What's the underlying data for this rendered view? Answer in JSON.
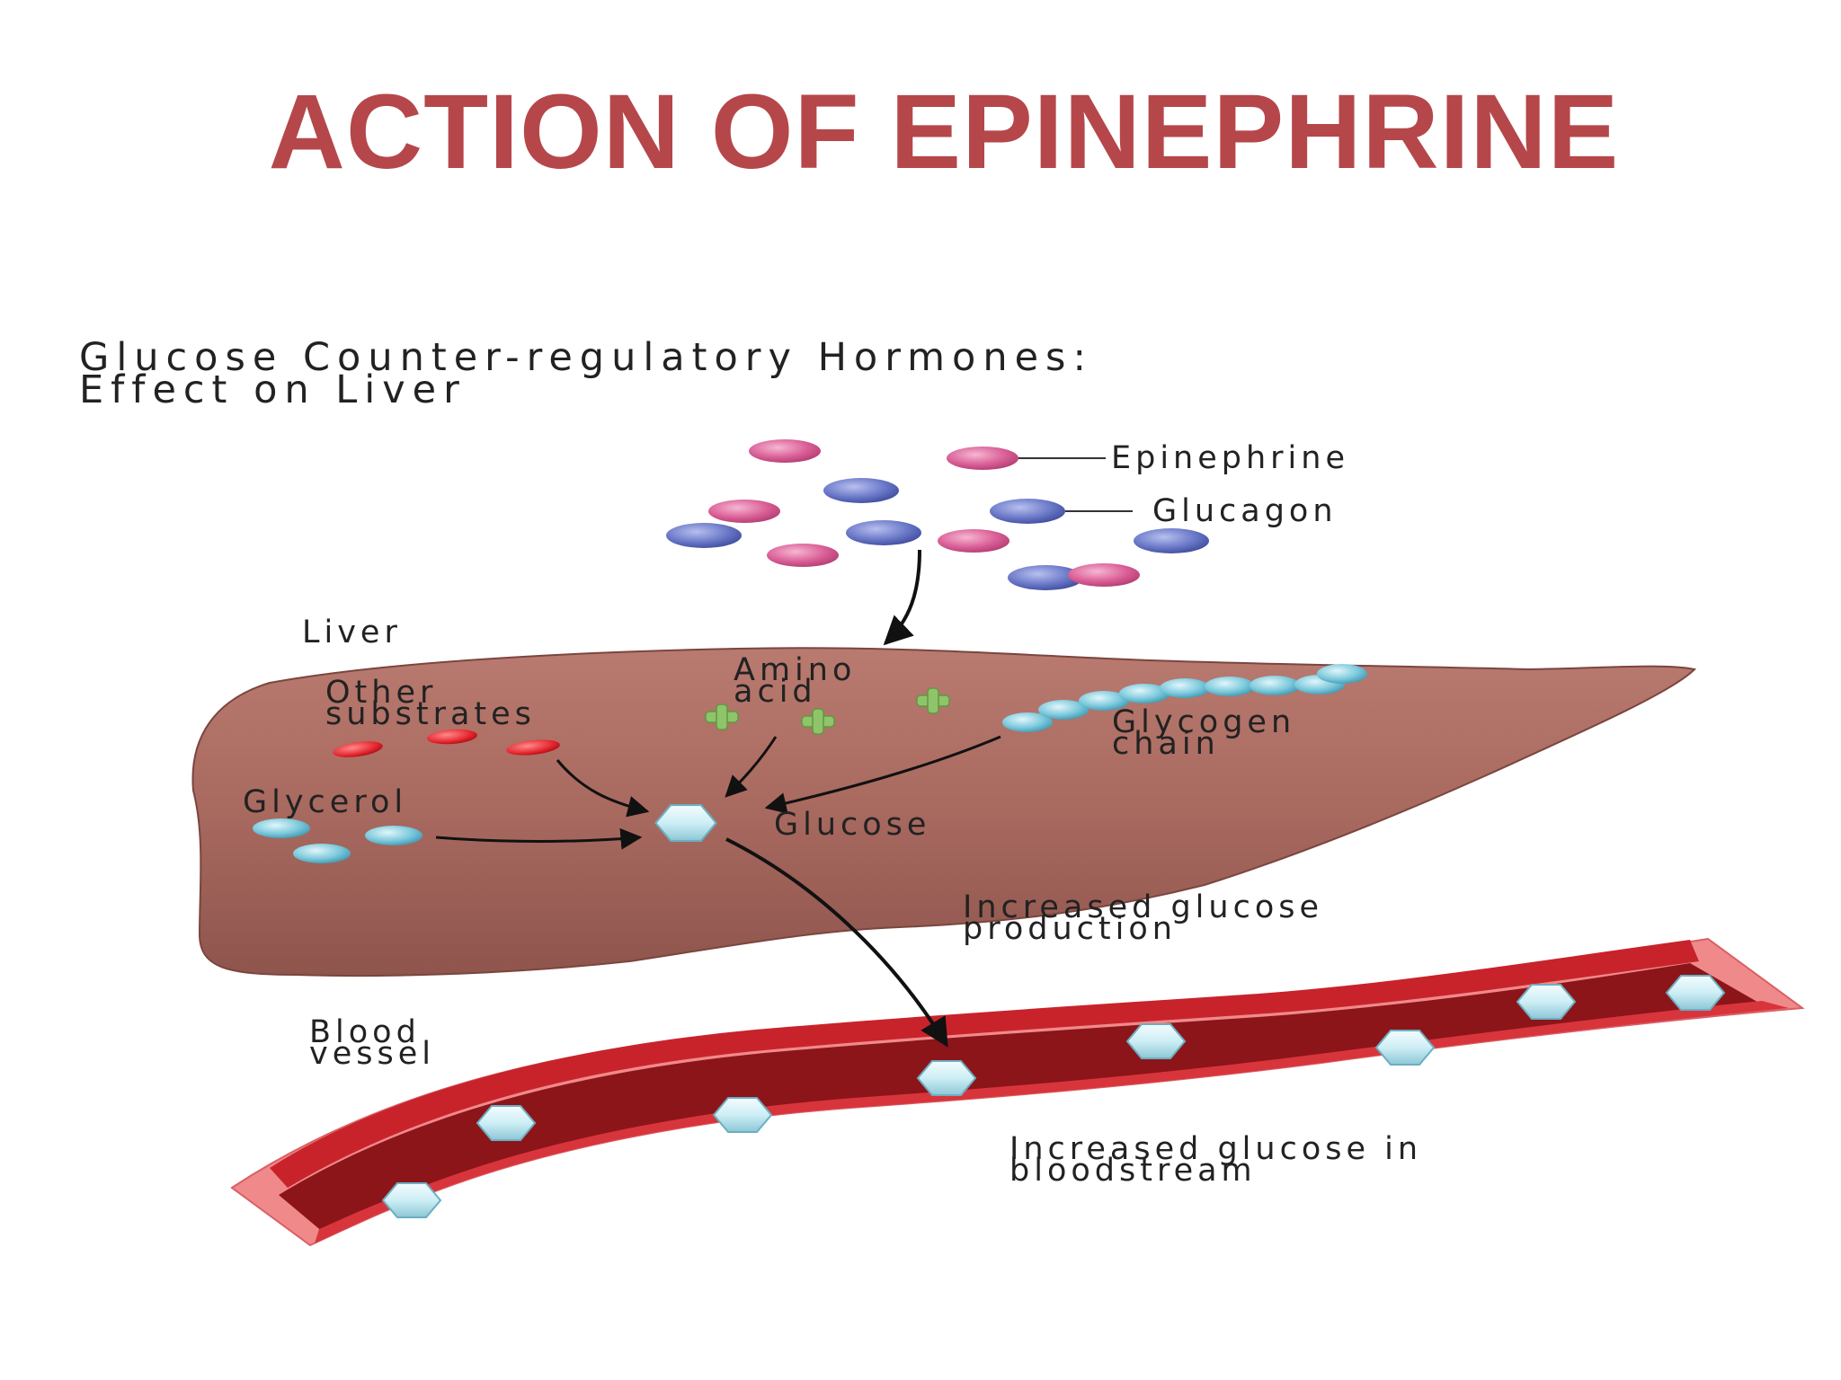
{
  "slide": {
    "title": "ACTION OF EPINEPHRINE",
    "title_color": "#B5474A"
  },
  "diagram": {
    "heading_line1": "Glucose Counter-regulatory Hormones:",
    "heading_line2": "Effect on Liver",
    "legend": {
      "epinephrine": "Epinephrine",
      "glucagon": "Glucagon"
    },
    "labels": {
      "liver": "Liver",
      "other_substrates_line1": "Other",
      "other_substrates_line2": "substrates",
      "amino_acid_line1": "Amino",
      "amino_acid_line2": "acid",
      "glycogen_line1": "Glycogen",
      "glycogen_line2": "chain",
      "glycerol": "Glycerol",
      "glucose": "Glucose",
      "increased_production_line1": "Increased glucose",
      "increased_production_line2": "production",
      "blood_vessel_line1": "Blood",
      "blood_vessel_line2": "vessel",
      "increased_bloodstream_line1": "Increased glucose in",
      "increased_bloodstream_line2": "bloodstream"
    },
    "icons": {
      "epinephrine": "pink-disc-icon",
      "glucagon": "blue-disc-icon",
      "amino_acid": "green-cross-icon",
      "glycerol": "cyan-disc-icon",
      "glucose": "hexagon-icon",
      "other_substrates": "red-oval-icon"
    },
    "colors": {
      "liver": "#A96B63",
      "epinephrine": "#D9578F",
      "glucagon": "#6673C4",
      "cyan": "#72C4D8",
      "amino": "#8FC46A",
      "vessel": "#C8232B",
      "glucose": "#CDEEF5"
    }
  }
}
